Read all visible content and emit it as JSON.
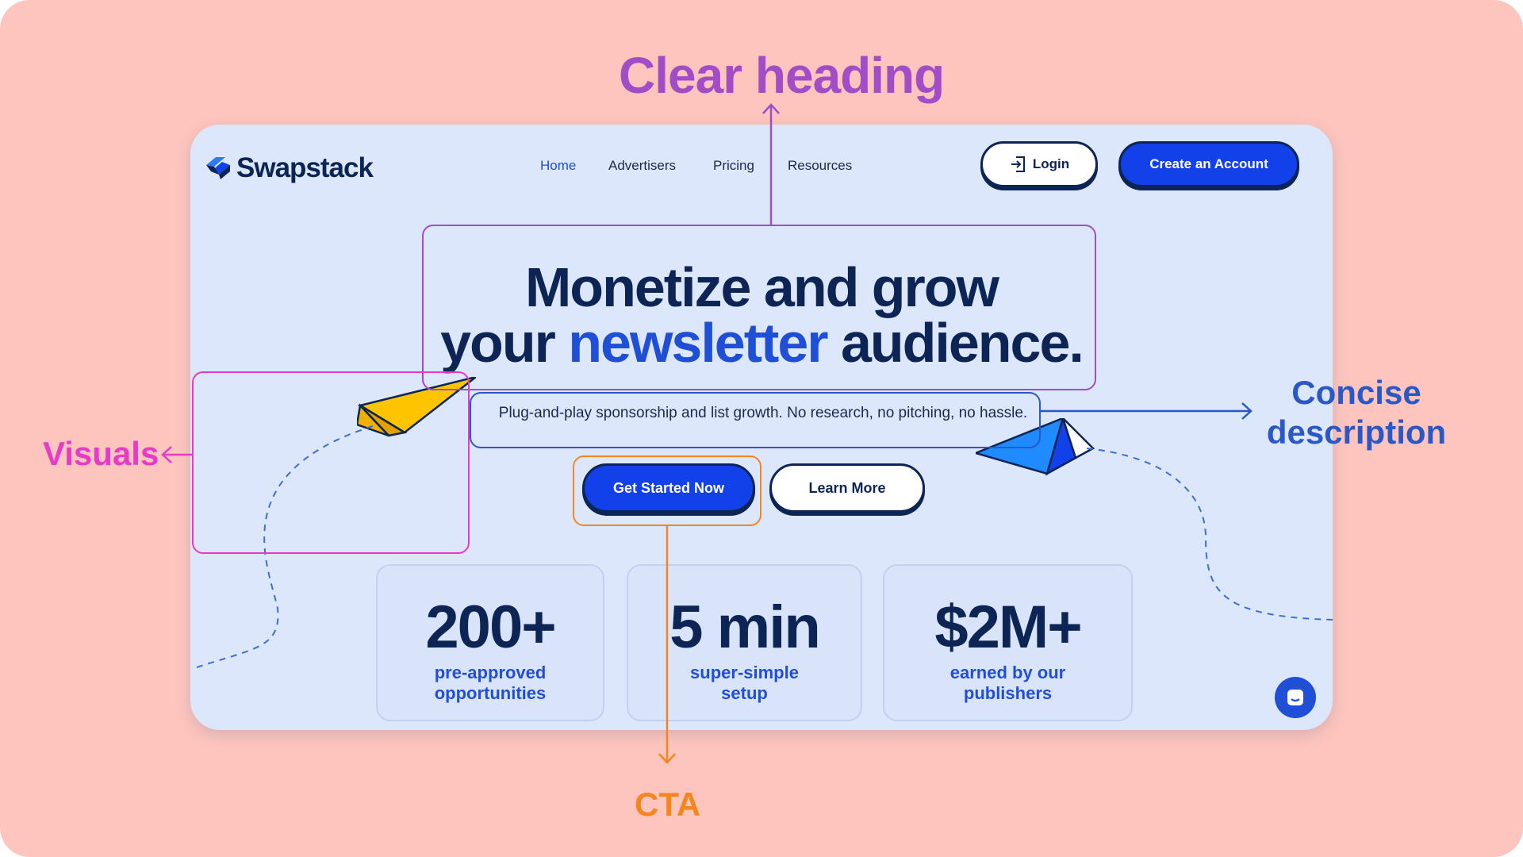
{
  "colors": {
    "background": "#fdc5bd",
    "site_bg": "#dde7fb",
    "navy": "#0d2555",
    "blue": "#1241ea",
    "heading_annotation": "#a34cc7",
    "visuals_annotation": "#e83ac8",
    "description_annotation": "#2b58c7",
    "cta_annotation": "#f5861f"
  },
  "annotations": {
    "heading": "Clear heading",
    "visuals": "Visuals",
    "description_line1": "Concise",
    "description_line2": "description",
    "cta": "CTA"
  },
  "site": {
    "logo": "Swapstack",
    "nav": {
      "home": "Home",
      "advertisers": "Advertisers",
      "pricing": "Pricing",
      "resources": "Resources"
    },
    "login_label": "Login",
    "create_account_label": "Create an Account",
    "hero": {
      "title_line1": "Monetize and grow",
      "title_line2_before": "your ",
      "title_line2_highlight": "newsletter",
      "title_line2_after": " audience.",
      "description": "Plug-and-play sponsorship and list growth. No research, no pitching, no hassle.",
      "cta_primary": "Get Started Now",
      "cta_secondary": "Learn More"
    },
    "stats": [
      {
        "value": "200+",
        "label_line1": "pre-approved",
        "label_line2": "opportunities"
      },
      {
        "value": "5 min",
        "label_line1": "super-simple",
        "label_line2": "setup"
      },
      {
        "value": "$2M+",
        "label_line1": "earned by our",
        "label_line2": "publishers"
      }
    ],
    "icons": {
      "logo": "swapstack-logo-icon",
      "login": "login-icon",
      "chat": "chat-icon",
      "plane_left": "paper-plane-icon",
      "plane_right": "paper-plane-icon"
    }
  }
}
